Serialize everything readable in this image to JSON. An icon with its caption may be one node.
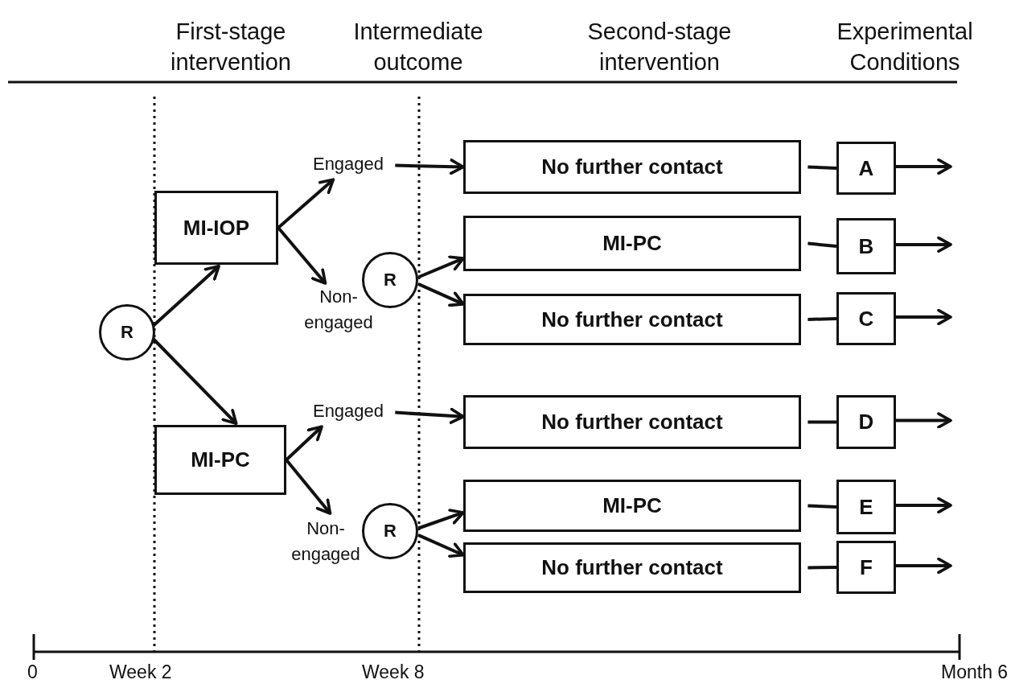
{
  "diagram": {
    "nodes": [
      {
        "text": [
          "R"
        ]
      },
      {
        "text": [
          "MI-IOP"
        ]
      },
      {
        "text": [
          "MI-PC"
        ]
      },
      {
        "text": [
          "Engaged"
        ]
      },
      {
        "text": [
          "Non- engaged"
        ]
      },
      {
        "text": [
          "R"
        ]
      },
      {
        "text": [
          "No further contact"
        ]
      },
      {
        "text": [
          "MI-PC"
        ]
      },
      {
        "text": [
          "No further contact"
        ]
      },
      {
        "text": [
          "Engaged"
        ]
      },
      {
        "text": [
          "Non- engaged"
        ]
      },
      {
        "text": [
          "R"
        ]
      },
      {
        "text": [
          "No further contact"
        ]
      },
      {
        "text": [
          "MI-PC"
        ]
      },
      {
        "text": [
          "No further contact"
        ]
      },
      {
        "text": [
          "A"
        ]
      },
      {
        "text": [
          "B"
        ]
      },
      {
        "text": [
          "C"
        ]
      },
      {
        "text": [
          "D"
        ]
      },
      {
        "text": [
          "E"
        ]
      },
      {
        "text": [
          "F"
        ]
      }
    ],
    "edges": [
      {
        "from": 0,
        "to": 1,
        "arrow": "to"
      },
      {
        "from": 0,
        "to": 2,
        "arrow": "to"
      },
      {
        "from": 1,
        "to": 3,
        "arrow": "to"
      },
      {
        "from": 1,
        "to": 4,
        "arrow": "to"
      },
      {
        "from": 3,
        "to": 6,
        "arrow": "to"
      },
      {
        "from": 5,
        "to": 7,
        "arrow": "to"
      },
      {
        "from": 5,
        "to": 8,
        "arrow": "to"
      },
      {
        "from": 2,
        "to": 9,
        "arrow": "to"
      },
      {
        "from": 2,
        "to": 10,
        "arrow": "to"
      },
      {
        "from": 9,
        "to": 12,
        "arrow": "to"
      },
      {
        "from": 11,
        "to": 13,
        "arrow": "to"
      },
      {
        "from": 11,
        "to": 14,
        "arrow": "to"
      },
      {
        "from": 6,
        "to": 15,
        "arrow": "none"
      },
      {
        "from": 7,
        "to": 16,
        "arrow": "none"
      },
      {
        "from": 8,
        "to": 17,
        "arrow": "none"
      },
      {
        "from": 12,
        "to": 18,
        "arrow": "none"
      },
      {
        "from": 13,
        "to": 19,
        "arrow": "none"
      },
      {
        "from": 14,
        "to": 20,
        "arrow": "none"
      },
      {
        "from": 15,
        "to": null,
        "arrow": "to"
      },
      {
        "from": 16,
        "to": null,
        "arrow": "to"
      },
      {
        "from": 17,
        "to": null,
        "arrow": "to"
      },
      {
        "from": 18,
        "to": null,
        "arrow": "to"
      },
      {
        "from": 19,
        "to": null,
        "arrow": "to"
      },
      {
        "from": 20,
        "to": null,
        "arrow": "to"
      }
    ],
    "labels": [
      "First-stage intervention",
      "Intermediate outcome",
      "Second-stage intervention",
      "Experimental Conditions",
      "0",
      "Week 2",
      "Week 8",
      "Month 6"
    ]
  }
}
